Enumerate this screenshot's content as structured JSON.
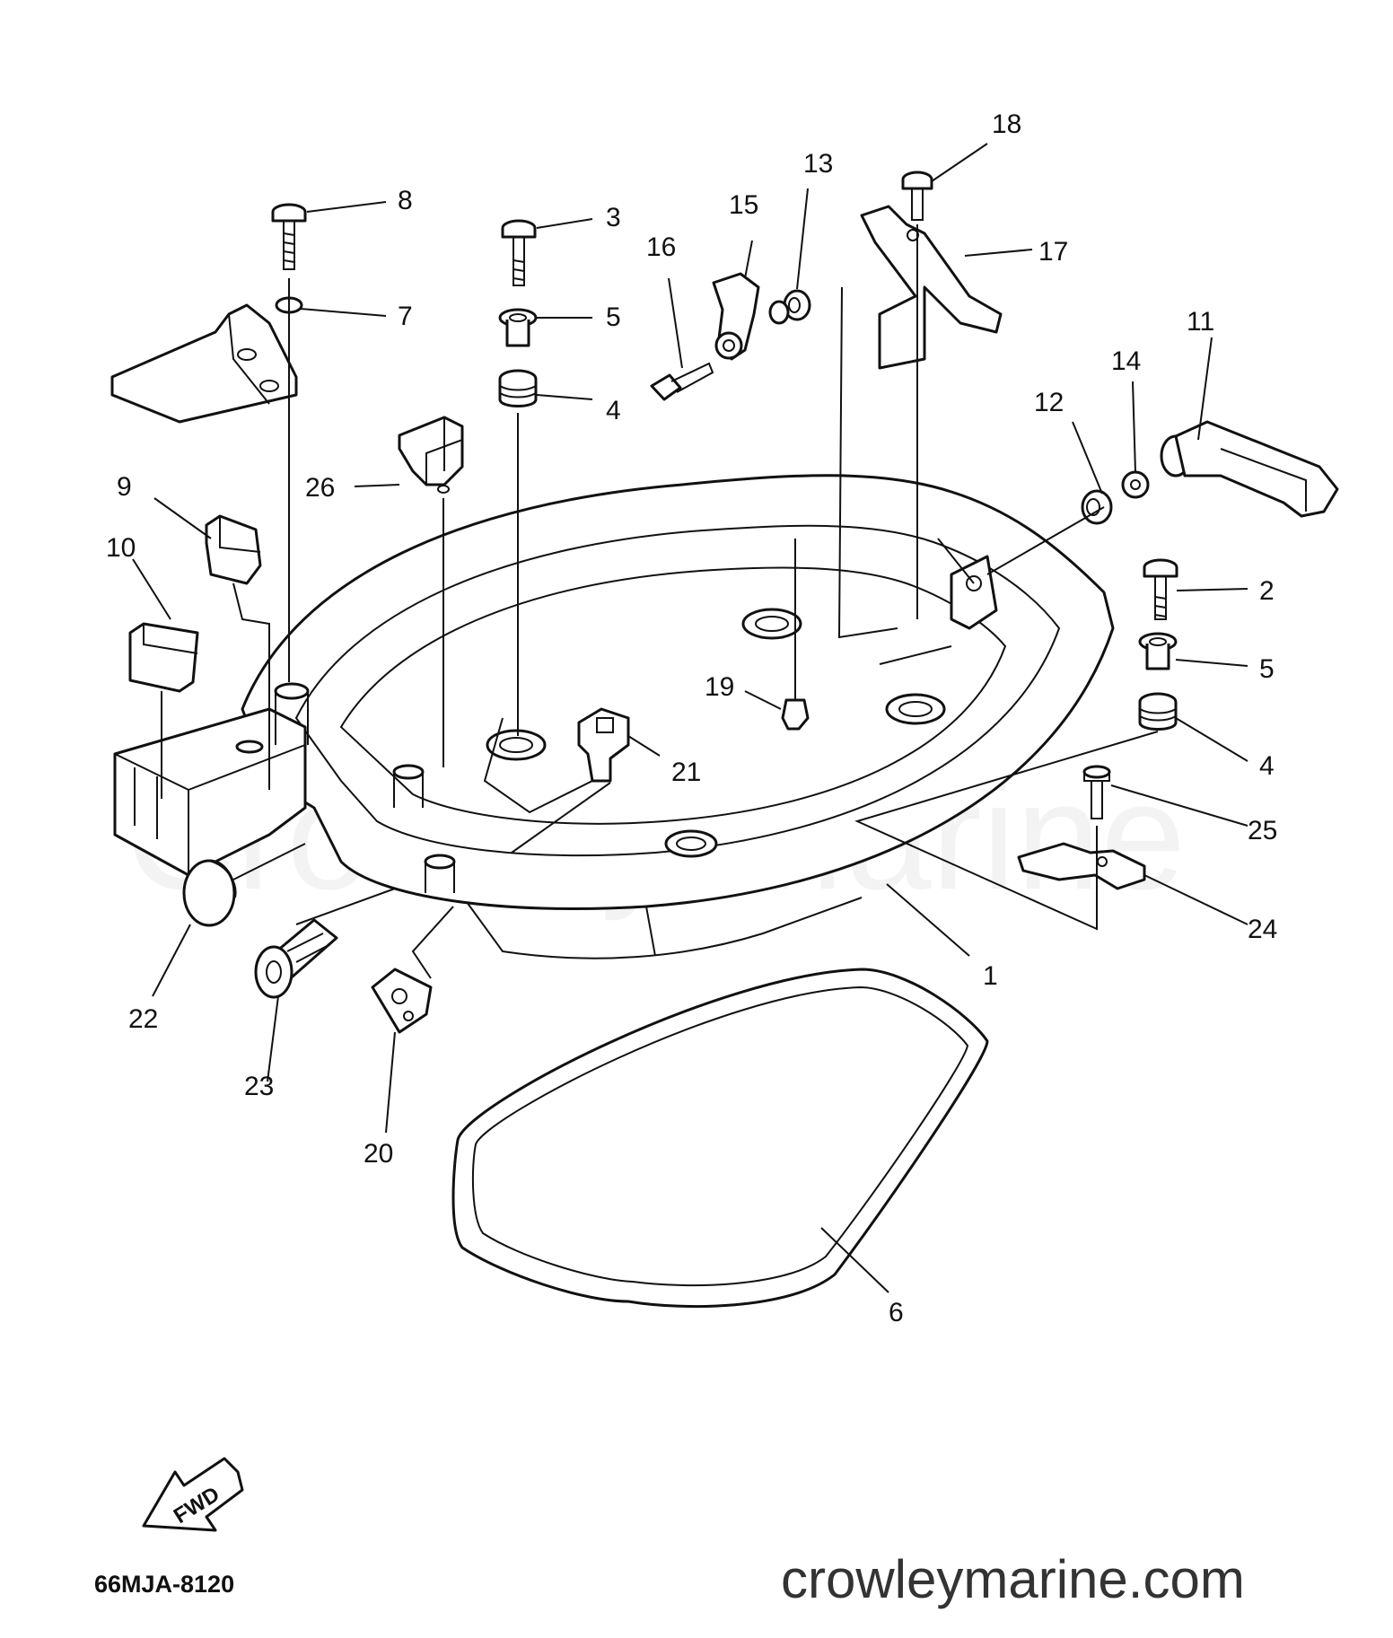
{
  "diagram": {
    "part_numbers": [
      "1",
      "2",
      "3",
      "4",
      "4",
      "5",
      "5",
      "6",
      "7",
      "8",
      "9",
      "10",
      "11",
      "12",
      "13",
      "14",
      "15",
      "16",
      "17",
      "18",
      "19",
      "20",
      "21",
      "22",
      "23",
      "24",
      "25",
      "26"
    ],
    "diagram_code": "66MJA-8120",
    "direction_label": "FWD",
    "watermark": "Crowley Marine",
    "site": "crowleymarine.com"
  }
}
